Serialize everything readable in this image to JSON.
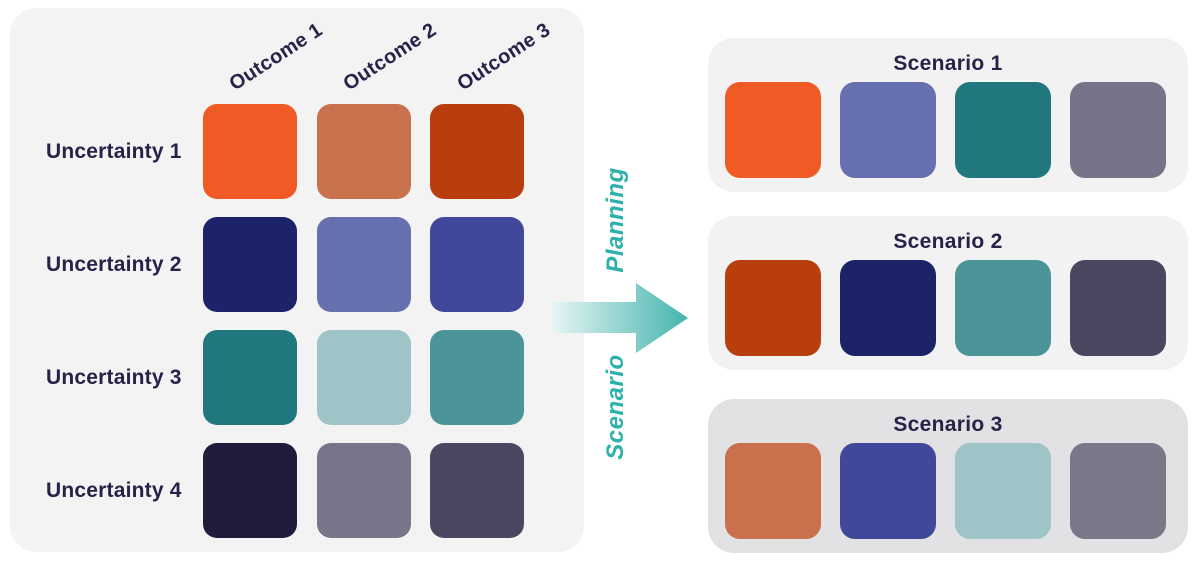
{
  "palette": {
    "text_dark": "#272348",
    "teal_accent": "#2DB1AB",
    "panel_bg": "#F3F3F4",
    "arrow_gradient_start": "#E6F5F4",
    "arrow_gradient_end": "#45B4AE"
  },
  "matrix": {
    "column_headers": [
      {
        "label": "Outcome 1"
      },
      {
        "label": "Outcome 2"
      },
      {
        "label": "Outcome 3"
      }
    ],
    "rows": [
      {
        "label": "Uncertainty 1",
        "colors": [
          "#F05A24",
          "#C8714C",
          "#B93E0D"
        ]
      },
      {
        "label": "Uncertainty 2",
        "colors": [
          "#1D2368",
          "#6770AE",
          "#41489B"
        ]
      },
      {
        "label": "Uncertainty 3",
        "colors": [
          "#20787E",
          "#9EC4C8",
          "#4B9598"
        ]
      },
      {
        "label": "Uncertainty 4",
        "colors": [
          "#201C3B",
          "#787489",
          "#4B4760"
        ]
      }
    ]
  },
  "arrow": {
    "label_top": "Planning",
    "label_bottom": "Scenario"
  },
  "scenarios": [
    {
      "title": "Scenario 1",
      "bg": "#F2F2F3",
      "colors": [
        "#F05A24",
        "#6770AE",
        "#20787E",
        "#777389"
      ]
    },
    {
      "title": "Scenario 2",
      "bg": "#F2F2F3",
      "colors": [
        "#B93E0D",
        "#1D2368",
        "#4B9598",
        "#4B4760"
      ]
    },
    {
      "title": "Scenario 3",
      "bg": "#E2E2E4",
      "colors": [
        "#C8714C",
        "#41489B",
        "#9EC4C8",
        "#7A7789"
      ]
    }
  ]
}
